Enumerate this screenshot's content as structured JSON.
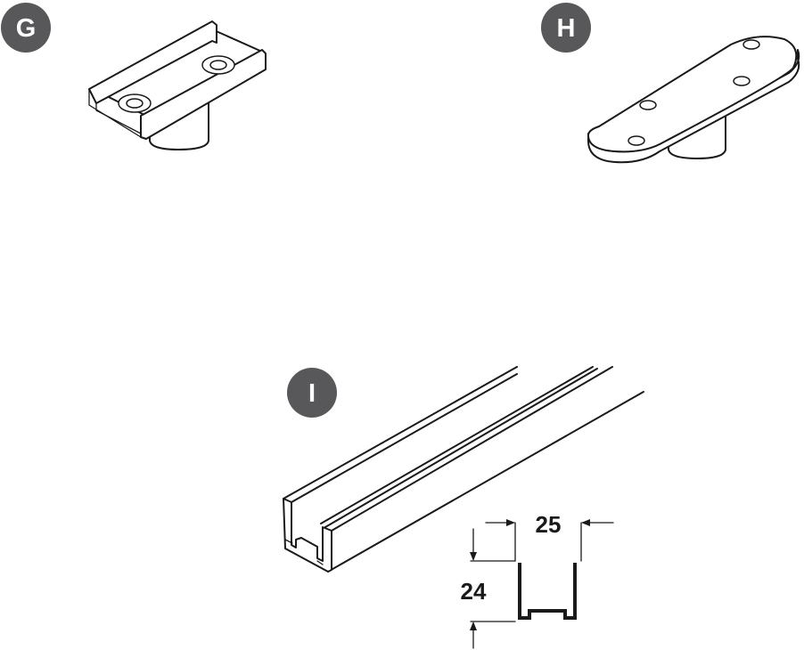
{
  "parts": [
    {
      "id": "G",
      "label": "G"
    },
    {
      "id": "H",
      "label": "H"
    },
    {
      "id": "I",
      "label": "I"
    }
  ],
  "dimensions": {
    "width": "25",
    "height": "24"
  },
  "colors": {
    "badge": "#58585a",
    "line": "#1a1a1a"
  }
}
